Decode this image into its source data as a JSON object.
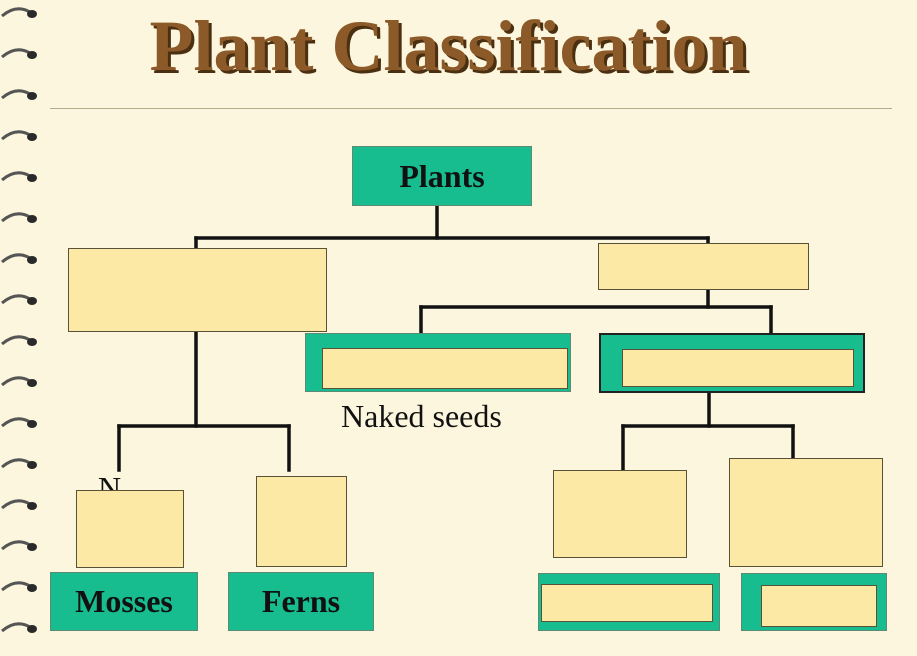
{
  "title": "Plant Classification",
  "root": {
    "label": "Plants"
  },
  "annotations": {
    "naked_seeds": "Naked seeds",
    "partial_label": "N"
  },
  "leaves": {
    "mosses": "Mosses",
    "ferns": "Ferns"
  },
  "colors": {
    "teal": "#17bd8f",
    "tan": "#fde9a6",
    "title": "#8c5a28",
    "background": "#fbf6dd"
  }
}
